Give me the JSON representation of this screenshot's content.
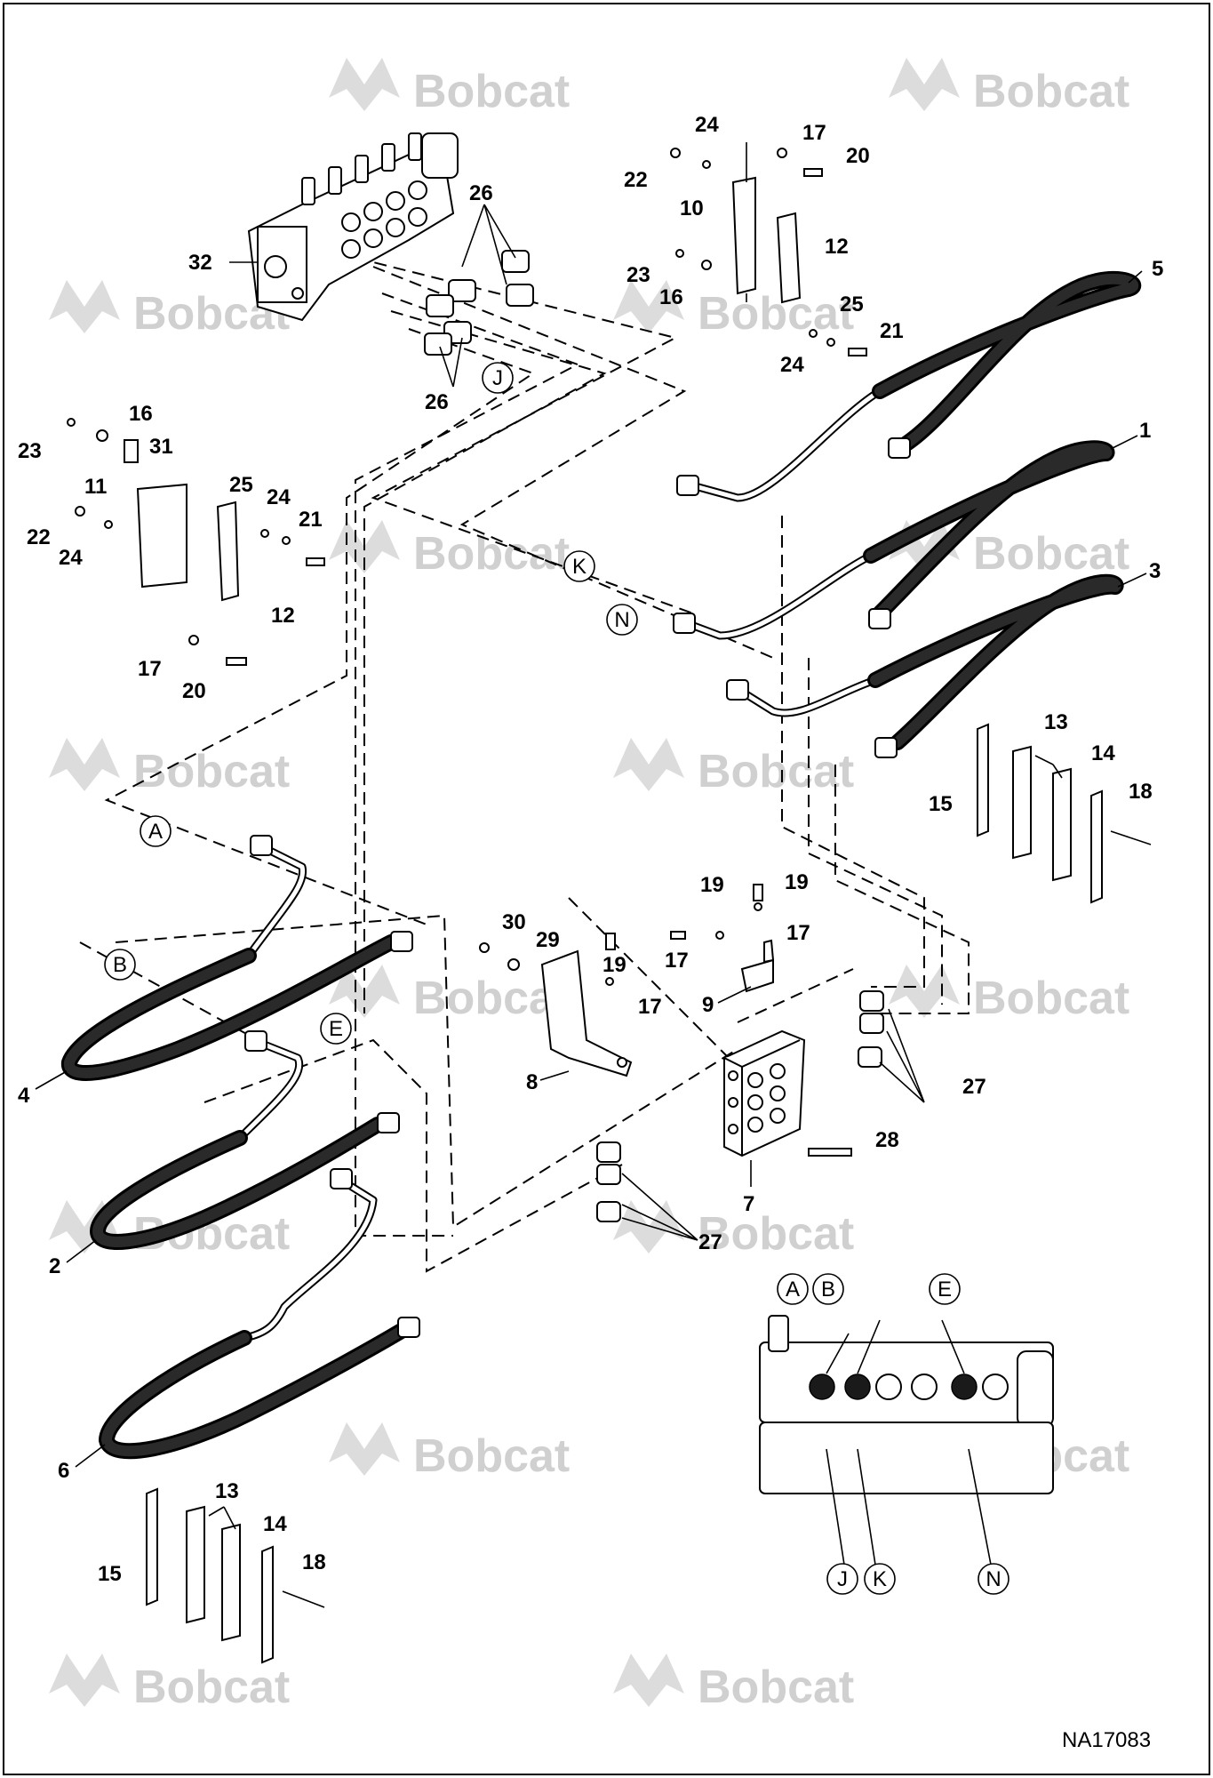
{
  "diagram": {
    "figure_id": "NA17083",
    "watermark_text": "Bobcat",
    "callouts": [
      "1",
      "2",
      "3",
      "4",
      "5",
      "6",
      "7",
      "8",
      "9",
      "10",
      "11",
      "12",
      "12",
      "13",
      "13",
      "14",
      "14",
      "15",
      "15",
      "16",
      "16",
      "17",
      "17",
      "17",
      "17",
      "17",
      "18",
      "18",
      "19",
      "19",
      "19",
      "20",
      "20",
      "21",
      "21",
      "22",
      "22",
      "23",
      "23",
      "24",
      "24",
      "24",
      "24",
      "25",
      "25",
      "26",
      "26",
      "27",
      "27",
      "28",
      "29",
      "30",
      "31",
      "32"
    ],
    "port_letters": {
      "A": "A",
      "B": "B",
      "E": "E",
      "J": "J",
      "K": "K",
      "N": "N"
    }
  }
}
